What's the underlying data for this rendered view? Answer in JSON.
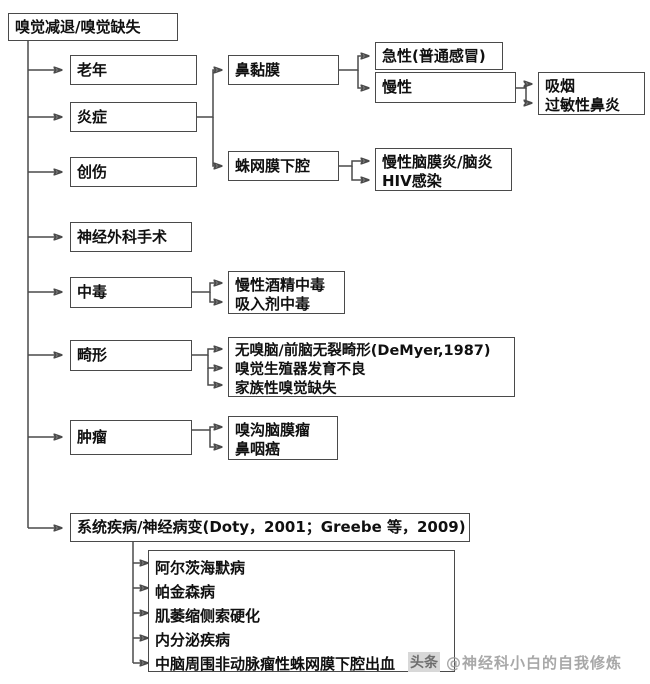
{
  "diagram": {
    "type": "flowchart",
    "title": "嗅觉减退/嗅觉缺失",
    "root": {
      "label": "嗅觉减退/嗅觉缺失"
    },
    "branches": [
      {
        "id": "aging",
        "label": "老年"
      },
      {
        "id": "inflammation",
        "label": "炎症"
      },
      {
        "id": "trauma",
        "label": "创伤"
      },
      {
        "id": "neurosurgery",
        "label": "神经外科手术"
      },
      {
        "id": "toxic",
        "label": "中毒"
      },
      {
        "id": "malformation",
        "label": "畸形"
      },
      {
        "id": "tumor",
        "label": "肿瘤"
      },
      {
        "id": "systemic",
        "label": "系统疾病/神经病变(Doty，2001；Greebe 等，2009)"
      }
    ],
    "inflammation_sites": [
      {
        "id": "nasal-mucosa",
        "label": "鼻黏膜"
      },
      {
        "id": "subarachnoid",
        "label": "蛛网膜下腔"
      }
    ],
    "nasal_mucosa_types": [
      {
        "id": "acute",
        "label": "急性(普通感冒)"
      },
      {
        "id": "chronic",
        "label": "慢性"
      }
    ],
    "chronic_causes": {
      "lines": [
        "吸烟",
        "过敏性鼻炎"
      ]
    },
    "subarachnoid_causes": {
      "lines": [
        "慢性脑膜炎/脑炎",
        "HIV感染"
      ]
    },
    "toxic_causes": {
      "lines": [
        "慢性酒精中毒",
        "吸入剂中毒"
      ]
    },
    "malformation_causes": {
      "lines": [
        "无嗅脑/前脑无裂畸形(DeMyer,1987)",
        "嗅觉生殖器发育不良",
        "家族性嗅觉缺失"
      ]
    },
    "tumor_causes": {
      "lines": [
        "嗅沟脑膜瘤",
        "鼻咽癌"
      ]
    },
    "systemic_diseases": {
      "lines": [
        "阿尔茨海默病",
        "帕金森病",
        "肌萎缩侧索硬化",
        "内分泌疾病",
        "中脑周围非动脉瘤性蛛网膜下腔出血"
      ]
    },
    "watermark": {
      "badge": "头条",
      "handle": "@神经科小白的自我修炼"
    },
    "colors": {
      "border": "#4a4a4a",
      "text": "#101010",
      "background": "#ffffff",
      "watermark": "#9a9a9a"
    }
  }
}
